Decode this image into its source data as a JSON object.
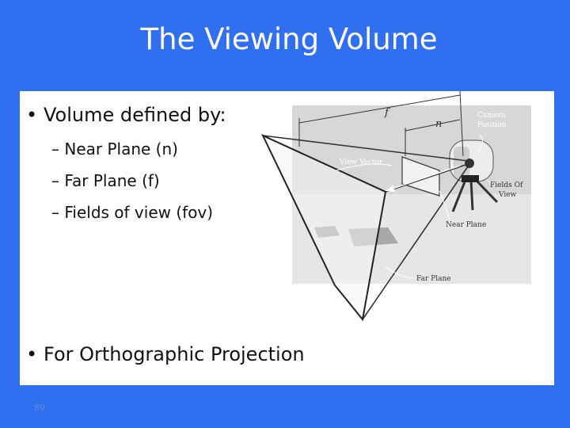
{
  "slide": {
    "title": "The Viewing Volume",
    "bullets": [
      {
        "text": "Volume defined by:"
      },
      {
        "text": "For Orthographic Projection"
      }
    ],
    "sub_bullets": [
      "– Near Plane (n)",
      "– Far Plane (f)",
      "– Fields of view (fov)"
    ],
    "page_number": "89"
  },
  "figure": {
    "labels": {
      "f": "f",
      "n": "n",
      "camera_position": [
        "Camera",
        "Position"
      ],
      "view_vector": "View Vector",
      "fields_of_view": [
        "Fields Of",
        "View"
      ],
      "near_plane": "Near Plane",
      "far_plane": "Far Plane"
    }
  }
}
